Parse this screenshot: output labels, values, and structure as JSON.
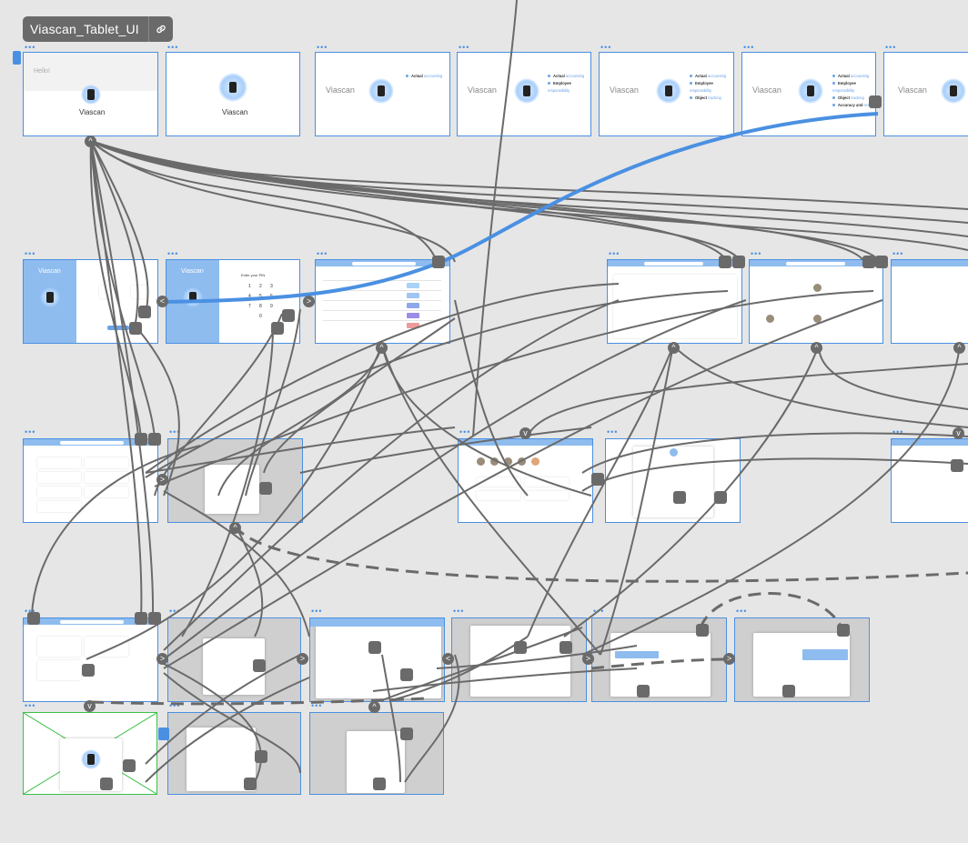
{
  "project": {
    "title": "Viascan_Tablet_UI",
    "link_icon": "link-icon"
  },
  "screens": {
    "splash": {
      "greeting": "Hello!",
      "brand": "Viascan"
    },
    "glow": {
      "brand": "Viascan"
    },
    "intro": {
      "brand": "Viascan"
    },
    "features": [
      {
        "label": "Actual",
        "note": "accounting"
      },
      {
        "label": "Employee",
        "note": "responsibility"
      },
      {
        "label": "Object",
        "note": "tracking"
      },
      {
        "label": "Accuracy and",
        "note": "results"
      }
    ],
    "login_side": {
      "brand": "Viascan"
    },
    "pin": {
      "title": "Enter your PIN",
      "keys": [
        "1",
        "2",
        "3",
        "4",
        "5",
        "6",
        "7",
        "8",
        "9",
        "0"
      ]
    }
  },
  "colors": {
    "accent": "#4a90e2",
    "wire": "#6a6a6a",
    "selected": "#3cc04a",
    "canvas": "#e6e6e6"
  }
}
